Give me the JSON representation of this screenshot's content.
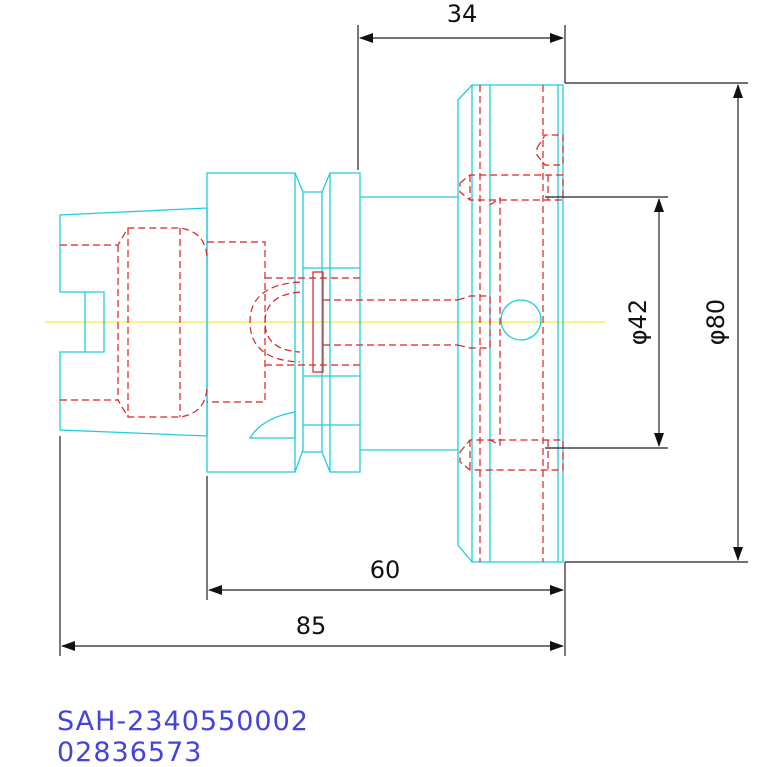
{
  "dimensions": {
    "top_width": "34",
    "inner_length": "60",
    "total_length": "85",
    "bolt_circle_dia": "φ42",
    "outer_dia": "φ80"
  },
  "part_number": "SAH-2340550002",
  "order_number": "02836573",
  "colors": {
    "outline": "#22ccdd",
    "hidden_lines": "#dd2222",
    "center_line": "#eeee44",
    "dimension_lines": "#222222",
    "label_text": "#4444dd"
  }
}
